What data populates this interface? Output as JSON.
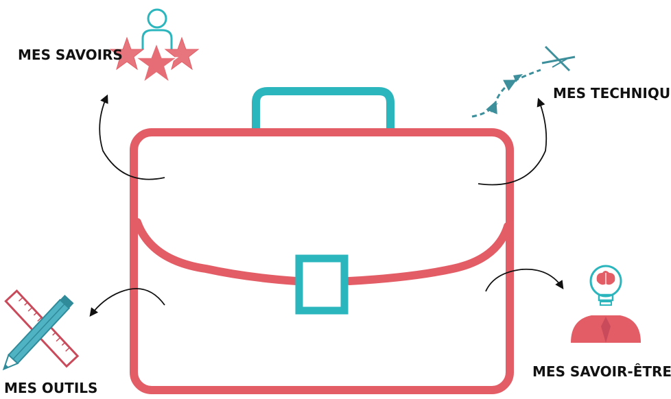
{
  "labels": {
    "savoirs": "MES SAVOIRS",
    "techniques": "MES TECHNIQUES",
    "outils": "MES OUTILS",
    "savoir_etre": "MES SAVOIR-ÊTRE"
  },
  "colors": {
    "case": "#e35d66",
    "accent": "#2bb5bd",
    "arrow": "#111111",
    "plane": "#3d8f9b",
    "pencil": "#4fb3c4",
    "ruler": "#c94a5a"
  },
  "icons": {
    "savoirs": "person-with-stars-icon",
    "techniques": "paper-plane-path-icon",
    "outils": "pencil-and-ruler-icon",
    "savoir_etre": "person-brain-lightbulb-icon"
  }
}
